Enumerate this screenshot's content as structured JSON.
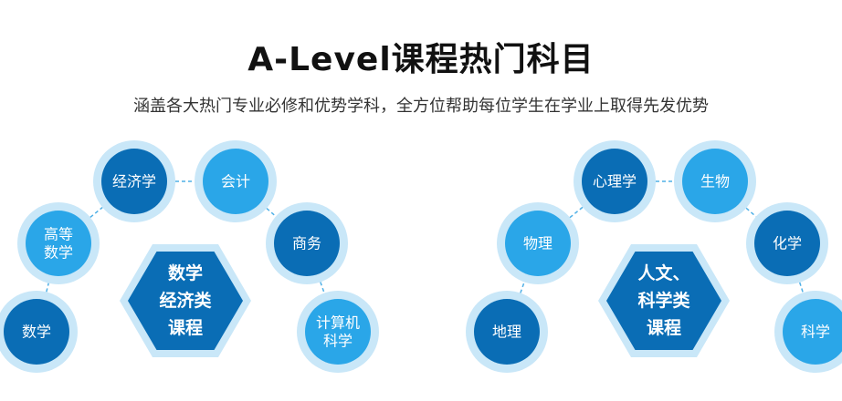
{
  "header": {
    "title": "A-Level课程热门科目",
    "subtitle": "涵盖各大热门专业必修和优势学科，全方位帮助每位学生在学业上取得先发优势"
  },
  "colors": {
    "dark_blue": "#0a6db5",
    "light_blue": "#2aa6e8",
    "ring": "#c9e7f8",
    "connector": "#4fb0e6"
  },
  "groups": [
    {
      "category": {
        "lines": [
          "数学",
          "经济类",
          "课程"
        ]
      },
      "subjects": [
        {
          "lines": [
            "数学"
          ],
          "tone": "dark"
        },
        {
          "lines": [
            "高等",
            "数学"
          ],
          "tone": "light"
        },
        {
          "lines": [
            "经济学"
          ],
          "tone": "dark"
        },
        {
          "lines": [
            "会计"
          ],
          "tone": "light"
        },
        {
          "lines": [
            "商务"
          ],
          "tone": "dark"
        },
        {
          "lines": [
            "计算机",
            "科学"
          ],
          "tone": "light"
        }
      ]
    },
    {
      "category": {
        "lines": [
          "人文、",
          "科学类",
          "课程"
        ]
      },
      "subjects": [
        {
          "lines": [
            "地理"
          ],
          "tone": "dark"
        },
        {
          "lines": [
            "物理"
          ],
          "tone": "light"
        },
        {
          "lines": [
            "心理学"
          ],
          "tone": "dark"
        },
        {
          "lines": [
            "生物"
          ],
          "tone": "light"
        },
        {
          "lines": [
            "化学"
          ],
          "tone": "dark"
        },
        {
          "lines": [
            "科学"
          ],
          "tone": "light"
        }
      ]
    }
  ]
}
